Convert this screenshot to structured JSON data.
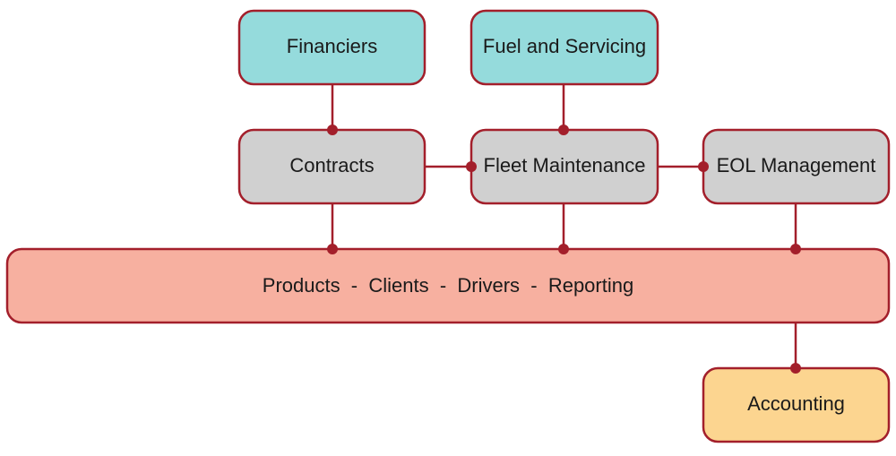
{
  "nodes": {
    "financiers": {
      "label": "Financiers"
    },
    "fuel_servicing": {
      "label": "Fuel and Servicing"
    },
    "contracts": {
      "label": "Contracts"
    },
    "fleet_maintenance": {
      "label": "Fleet Maintenance"
    },
    "eol_management": {
      "label": "EOL Management"
    },
    "core": {
      "label": "Products  -  Clients  -  Drivers  -  Reporting"
    },
    "accounting": {
      "label": "Accounting"
    }
  },
  "colors": {
    "border": "#a31f2b",
    "external": "#95dbdc",
    "module": "#d0d0d0",
    "core": "#f7b0a0",
    "accounting": "#fcd590",
    "text": "#1a1a1a"
  }
}
